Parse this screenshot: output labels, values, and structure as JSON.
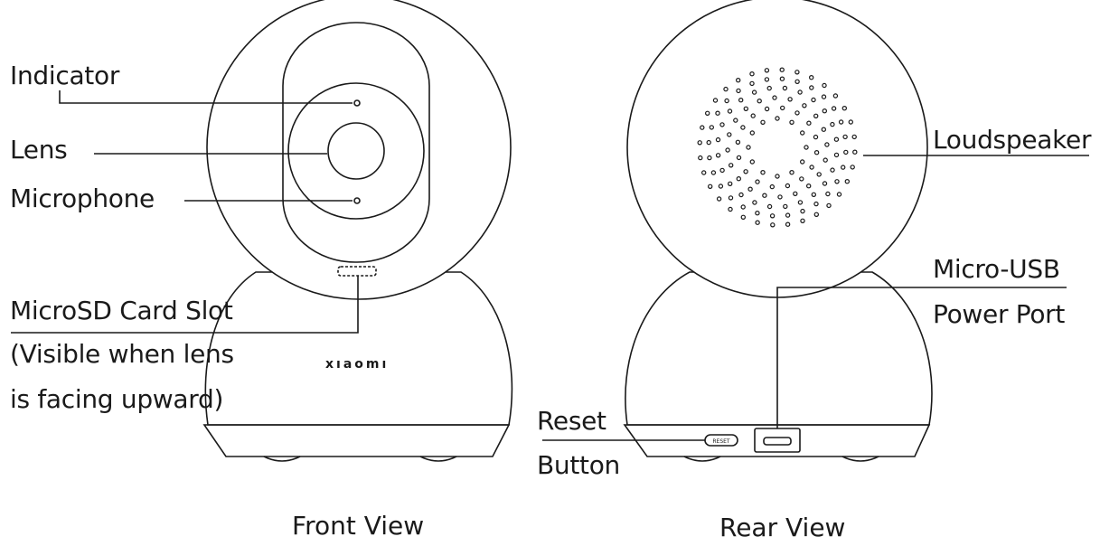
{
  "front": {
    "labels": {
      "indicator": "Indicator",
      "lens": "Lens",
      "microphone": "Microphone",
      "sd_line1": "MicroSD Card Slot",
      "sd_line2": "(Visible when lens",
      "sd_line3": "is facing upward)"
    },
    "brand": "xıaomı",
    "caption": "Front View"
  },
  "rear": {
    "labels": {
      "loudspeaker": "Loudspeaker",
      "usb_line1": "Micro-USB",
      "usb_line2": "Power Port",
      "reset_line1": "Reset",
      "reset_line2": "Button"
    },
    "reset_marking": "RESET",
    "caption": "Rear View"
  },
  "colors": {
    "stroke": "#1a1a1a",
    "background": "#ffffff"
  }
}
